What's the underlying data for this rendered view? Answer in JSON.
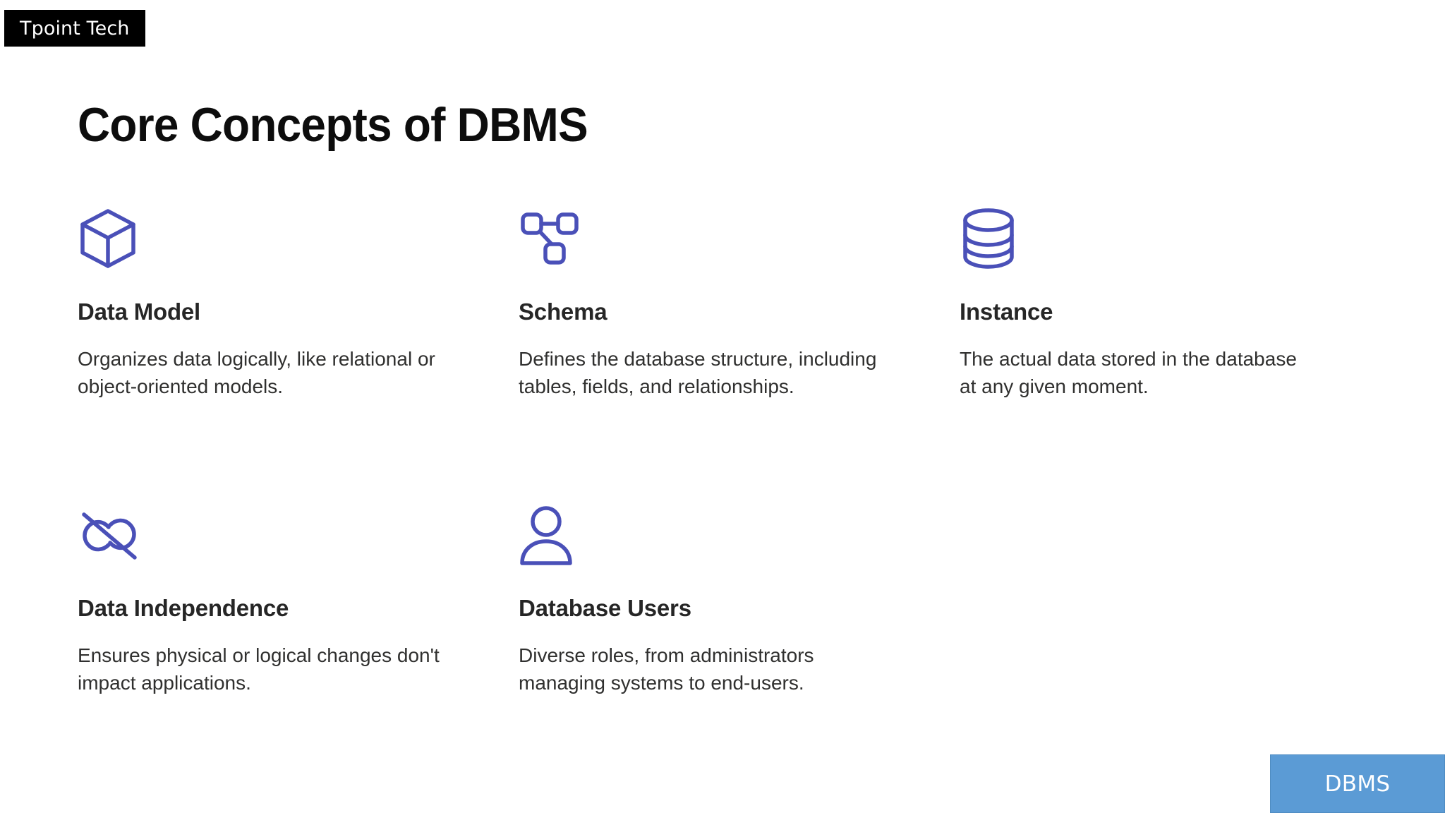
{
  "brand": {
    "label": "Tpoint Tech"
  },
  "title": "Core Concepts of DBMS",
  "accent_color": "#4a50b8",
  "badge": {
    "label": "DBMS",
    "background": "#5b9bd5",
    "text_color": "#ffffff"
  },
  "concepts": [
    {
      "icon": "cube-icon",
      "title": "Data Model",
      "description": "Organizes data logically, like relational or object-oriented models."
    },
    {
      "icon": "schema-nodes-icon",
      "title": "Schema",
      "description": "Defines the database structure, including tables, fields, and relationships."
    },
    {
      "icon": "database-cylinder-icon",
      "title": "Instance",
      "description": "The actual data stored in the database at any given moment."
    },
    {
      "icon": "broken-link-icon",
      "title": "Data Independence",
      "description": "Ensures physical or logical changes don't impact applications."
    },
    {
      "icon": "user-icon",
      "title": "Database Users",
      "description": "Diverse roles, from administrators managing systems to end-users."
    }
  ]
}
